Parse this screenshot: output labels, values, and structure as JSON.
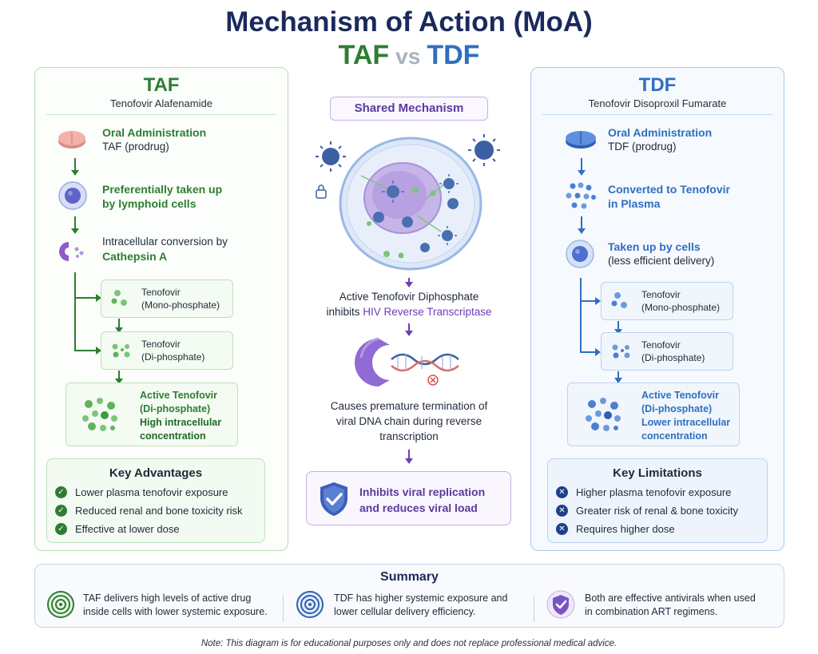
{
  "header": {
    "title": "Mechanism of Action (MoA)",
    "left_drug": "TAF",
    "vs": "vs",
    "right_drug": "TDF"
  },
  "taf": {
    "name": "TAF",
    "full_name": "Tenofovir Alafenamide",
    "step1_title": "Oral Administration",
    "step1_text": "TAF (prodrug)",
    "step2_line1": "Preferentially taken up",
    "step2_line2": "by lymphoid cells",
    "step3_line1": "Intracellular conversion by",
    "step3_line2": "Cathepsin A",
    "mono_line1": "Tenofovir",
    "mono_line2": "(Mono-phosphate)",
    "di_line1": "Tenofovir",
    "di_line2": "(Di-phosphate)",
    "active_line1": "Active Tenofovir",
    "active_line2": "(Di-phosphate)",
    "active_line3": "High intracellular",
    "active_line4": "concentration",
    "key_title": "Key Advantages",
    "key_items": [
      "Lower plasma tenofovir exposure",
      "Reduced renal and bone toxicity risk",
      "Effective at lower dose"
    ]
  },
  "tdf": {
    "name": "TDF",
    "full_name": "Tenofovir Disoproxil Fumarate",
    "step1_title": "Oral Administration",
    "step1_text": "TDF (prodrug)",
    "step2_line1": "Converted to Tenofovir",
    "step2_line2": "in Plasma",
    "step3_line1": "Taken up by cells",
    "step3_line2": "(less efficient delivery)",
    "mono_line1": "Tenofovir",
    "mono_line2": "(Mono-phosphate)",
    "di_line1": "Tenofovir",
    "di_line2": "(Di-phosphate)",
    "active_line1": "Active Tenofovir",
    "active_line2": "(Di-phosphate)",
    "active_line3": "Lower intracellular",
    "active_line4": "concentration",
    "key_title": "Key Limitations",
    "key_items": [
      "Higher plasma tenofovir exposure",
      "Greater risk of renal & bone toxicity",
      "Requires higher dose"
    ]
  },
  "shared": {
    "badge": "Shared Mechanism",
    "inhibit_line1": "Active Tenofovir Diphosphate",
    "inhibit_prefix": "inhibits ",
    "inhibit_highlight": "HIV Reverse Transcriptase",
    "term_line1": "Causes premature termination of",
    "term_line2": "viral DNA chain during reverse",
    "term_line3": "transcription",
    "result_line1": "Inhibits viral replication",
    "result_line2": "and reduces viral load"
  },
  "summary": {
    "title": "Summary",
    "item1_line1": "TAF delivers high levels of active drug",
    "item1_line2": "inside cells with lower systemic exposure.",
    "item2_line1": "TDF has higher systemic exposure and",
    "item2_line2": "lower cellular delivery efficiency.",
    "item3_line1": "Both are effective antivirals when used",
    "item3_line2": "in combination ART regimens."
  },
  "note": "Note: This diagram is for educational purposes only and does not replace professional medical advice.",
  "colors": {
    "taf_green": "#2e7d32",
    "tdf_blue": "#2f6fc0",
    "shared_purple": "#6a3fb3",
    "title_navy": "#1b2a5c"
  },
  "icons": [
    "pill-icon",
    "cell-icon",
    "enzyme-icon",
    "molecule-dots-icon",
    "virus-icon",
    "lock-icon",
    "check-icon",
    "x-icon",
    "shield-check-icon",
    "target-icon",
    "dna-icon"
  ]
}
